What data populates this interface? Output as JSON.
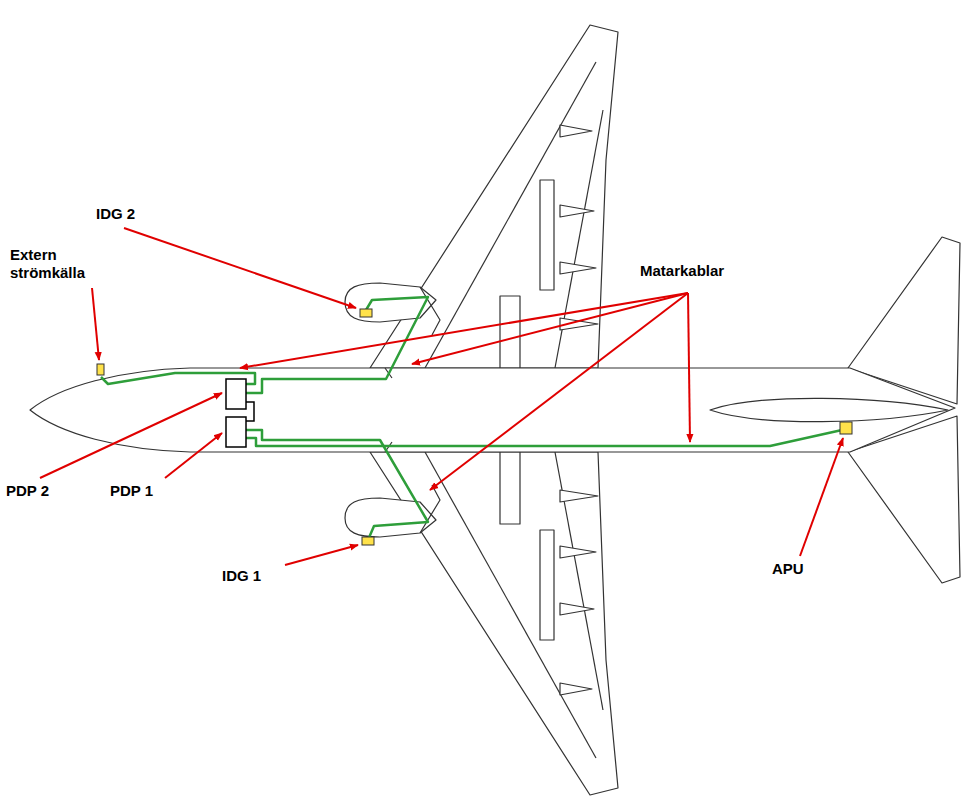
{
  "diagram": {
    "labels": [
      "IDG 2",
      "Extern strömkälla",
      "Matarkablar",
      "PDP 2",
      "PDP 1",
      "IDG 1",
      "APU"
    ]
  }
}
